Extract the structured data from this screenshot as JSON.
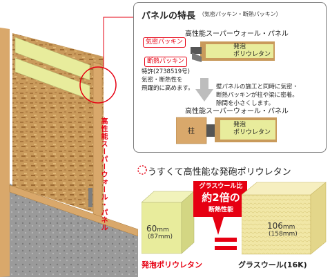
{
  "features": {
    "title": "パネルの特長",
    "subtitle": "（気密パッキン・断熱パッキン）",
    "panel_name_top": "高性能スーパーウォール・パネル",
    "panel_name_bottom": "高性能スーパーウォール・パネル",
    "airtight_tag": "気密パッキン",
    "insulation_tag": "断熱パッキン",
    "foam_label_top": "発泡\nポリウレタン",
    "foam_label_bottom": "発泡\nポリウレタン",
    "pillar_label": "柱",
    "patent_lines": [
      "特許(2738519号)",
      "気密・断熱性を",
      "飛躍的に高めます。"
    ],
    "description_lines": [
      "壁パネルの施工と同時に気密・",
      "断熱パッキンが柱や梁に密着。",
      "隙間を小さくします。"
    ]
  },
  "wall": {
    "label": "高性能スーパーウォール・パネル"
  },
  "comparison": {
    "title": "うすくて高性能な発砲ポリウレタン",
    "badge_line1": "グラスウール比",
    "badge_line2": "約2倍の",
    "badge_line3": "断熱性能",
    "foam_thickness": "60",
    "foam_thickness_alt": "(87mm)",
    "glass_thickness": "106",
    "glass_thickness_alt": "(158mm)",
    "unit": "mm",
    "foam_caption": "発泡ポリウレタン",
    "glass_caption": "グラスウール(16K)"
  },
  "colors": {
    "accent": "#e60012",
    "foam": "#e8ec9c",
    "osb": "#c99a5b",
    "glass": "#f1e7a6"
  }
}
